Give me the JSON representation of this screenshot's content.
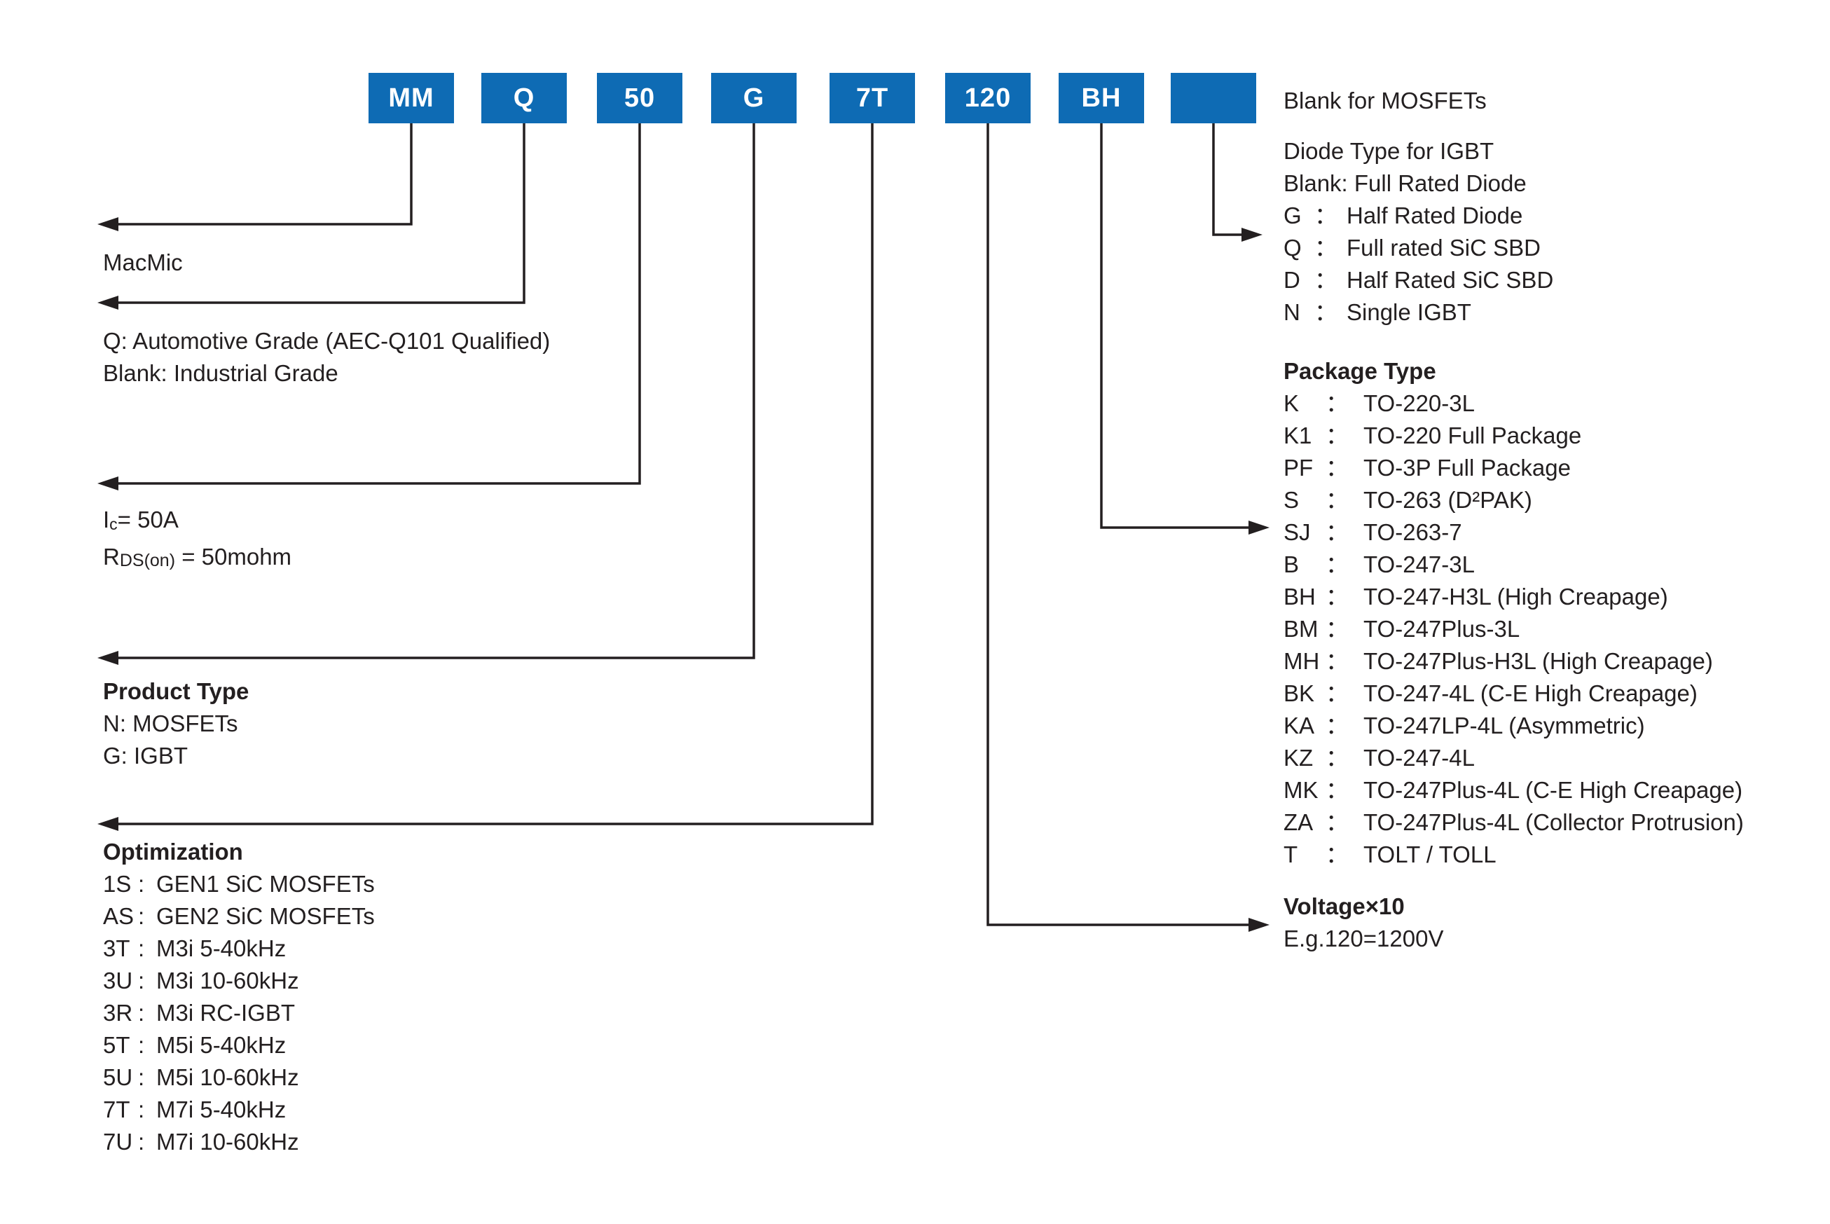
{
  "ui": {
    "colon": ":",
    "wide_colon": "："
  },
  "colors": {
    "box_blue": "#0E6BB4",
    "line": "#231f20",
    "text": "#231f20"
  },
  "part_code_boxes": [
    {
      "label": "MM"
    },
    {
      "label": "Q"
    },
    {
      "label": "50"
    },
    {
      "label": "G"
    },
    {
      "label": "7T"
    },
    {
      "label": "120"
    },
    {
      "label": "BH"
    },
    {
      "label": ""
    }
  ],
  "left": {
    "manufacturer": "MacMic",
    "grade_line1": "Q:  Automotive Grade (AEC-Q101 Qualified)",
    "grade_line2": "Blank: Industrial Grade",
    "current": {
      "sym": "I",
      "sub": "c",
      "rest": "= 50A"
    },
    "rds": {
      "sym": "R",
      "sub": "DS(on)",
      "rest": " = 50mohm"
    },
    "product_type": {
      "title": "Product Type",
      "items": [
        "N: MOSFETs",
        "G: IGBT"
      ]
    },
    "optimization": {
      "title": "Optimization",
      "items": [
        {
          "code": "1S",
          "label": "GEN1 SiC MOSFETs"
        },
        {
          "code": "AS",
          "label": "GEN2 SiC MOSFETs"
        },
        {
          "code": "3T",
          "label": "M3i 5-40kHz"
        },
        {
          "code": "3U",
          "label": "M3i 10-60kHz"
        },
        {
          "code": "3R",
          "label": "M3i RC-IGBT"
        },
        {
          "code": "5T",
          "label": "M5i 5-40kHz"
        },
        {
          "code": "5U",
          "label": "M5i 10-60kHz"
        },
        {
          "code": "7T",
          "label": "M7i 5-40kHz"
        },
        {
          "code": "7U",
          "label": "M7i 10-60kHz"
        }
      ]
    }
  },
  "right": {
    "mosfet_note": "Blank for MOSFETs",
    "diode": {
      "title": "Diode Type for IGBT",
      "blank_line": "Blank: Full Rated Diode",
      "items": [
        {
          "code": "G",
          "label": "Half Rated Diode"
        },
        {
          "code": "Q",
          "label": "Full rated SiC SBD"
        },
        {
          "code": "D",
          "label": "Half Rated SiC SBD"
        },
        {
          "code": "N",
          "label": "Single IGBT"
        }
      ]
    },
    "package": {
      "title": "Package Type",
      "items": [
        {
          "code": "K",
          "label": "TO-220-3L"
        },
        {
          "code": "K1",
          "label": "TO-220 Full Package"
        },
        {
          "code": "PF",
          "label": "TO-3P Full Package"
        },
        {
          "code": "S",
          "label": "TO-263 (D²PAK)"
        },
        {
          "code": "SJ",
          "label": "TO-263-7"
        },
        {
          "code": "B",
          "label": "TO-247-3L"
        },
        {
          "code": "BH",
          "label": "TO-247-H3L (High Creapage)"
        },
        {
          "code": "BM",
          "label": "TO-247Plus-3L"
        },
        {
          "code": "MH",
          "label": "TO-247Plus-H3L (High Creapage)"
        },
        {
          "code": "BK",
          "label": "TO-247-4L (C-E High Creapage)"
        },
        {
          "code": "KA",
          "label": "TO-247LP-4L (Asymmetric)"
        },
        {
          "code": "KZ",
          "label": "TO-247-4L"
        },
        {
          "code": "MK",
          "label": "TO-247Plus-4L (C-E High Creapage)"
        },
        {
          "code": "ZA",
          "label": "TO-247Plus-4L (Collector Protrusion)"
        },
        {
          "code": "T",
          "label": "TOLT / TOLL"
        }
      ]
    },
    "voltage": {
      "title": "Voltage×10",
      "example": "E.g.120=1200V"
    }
  }
}
